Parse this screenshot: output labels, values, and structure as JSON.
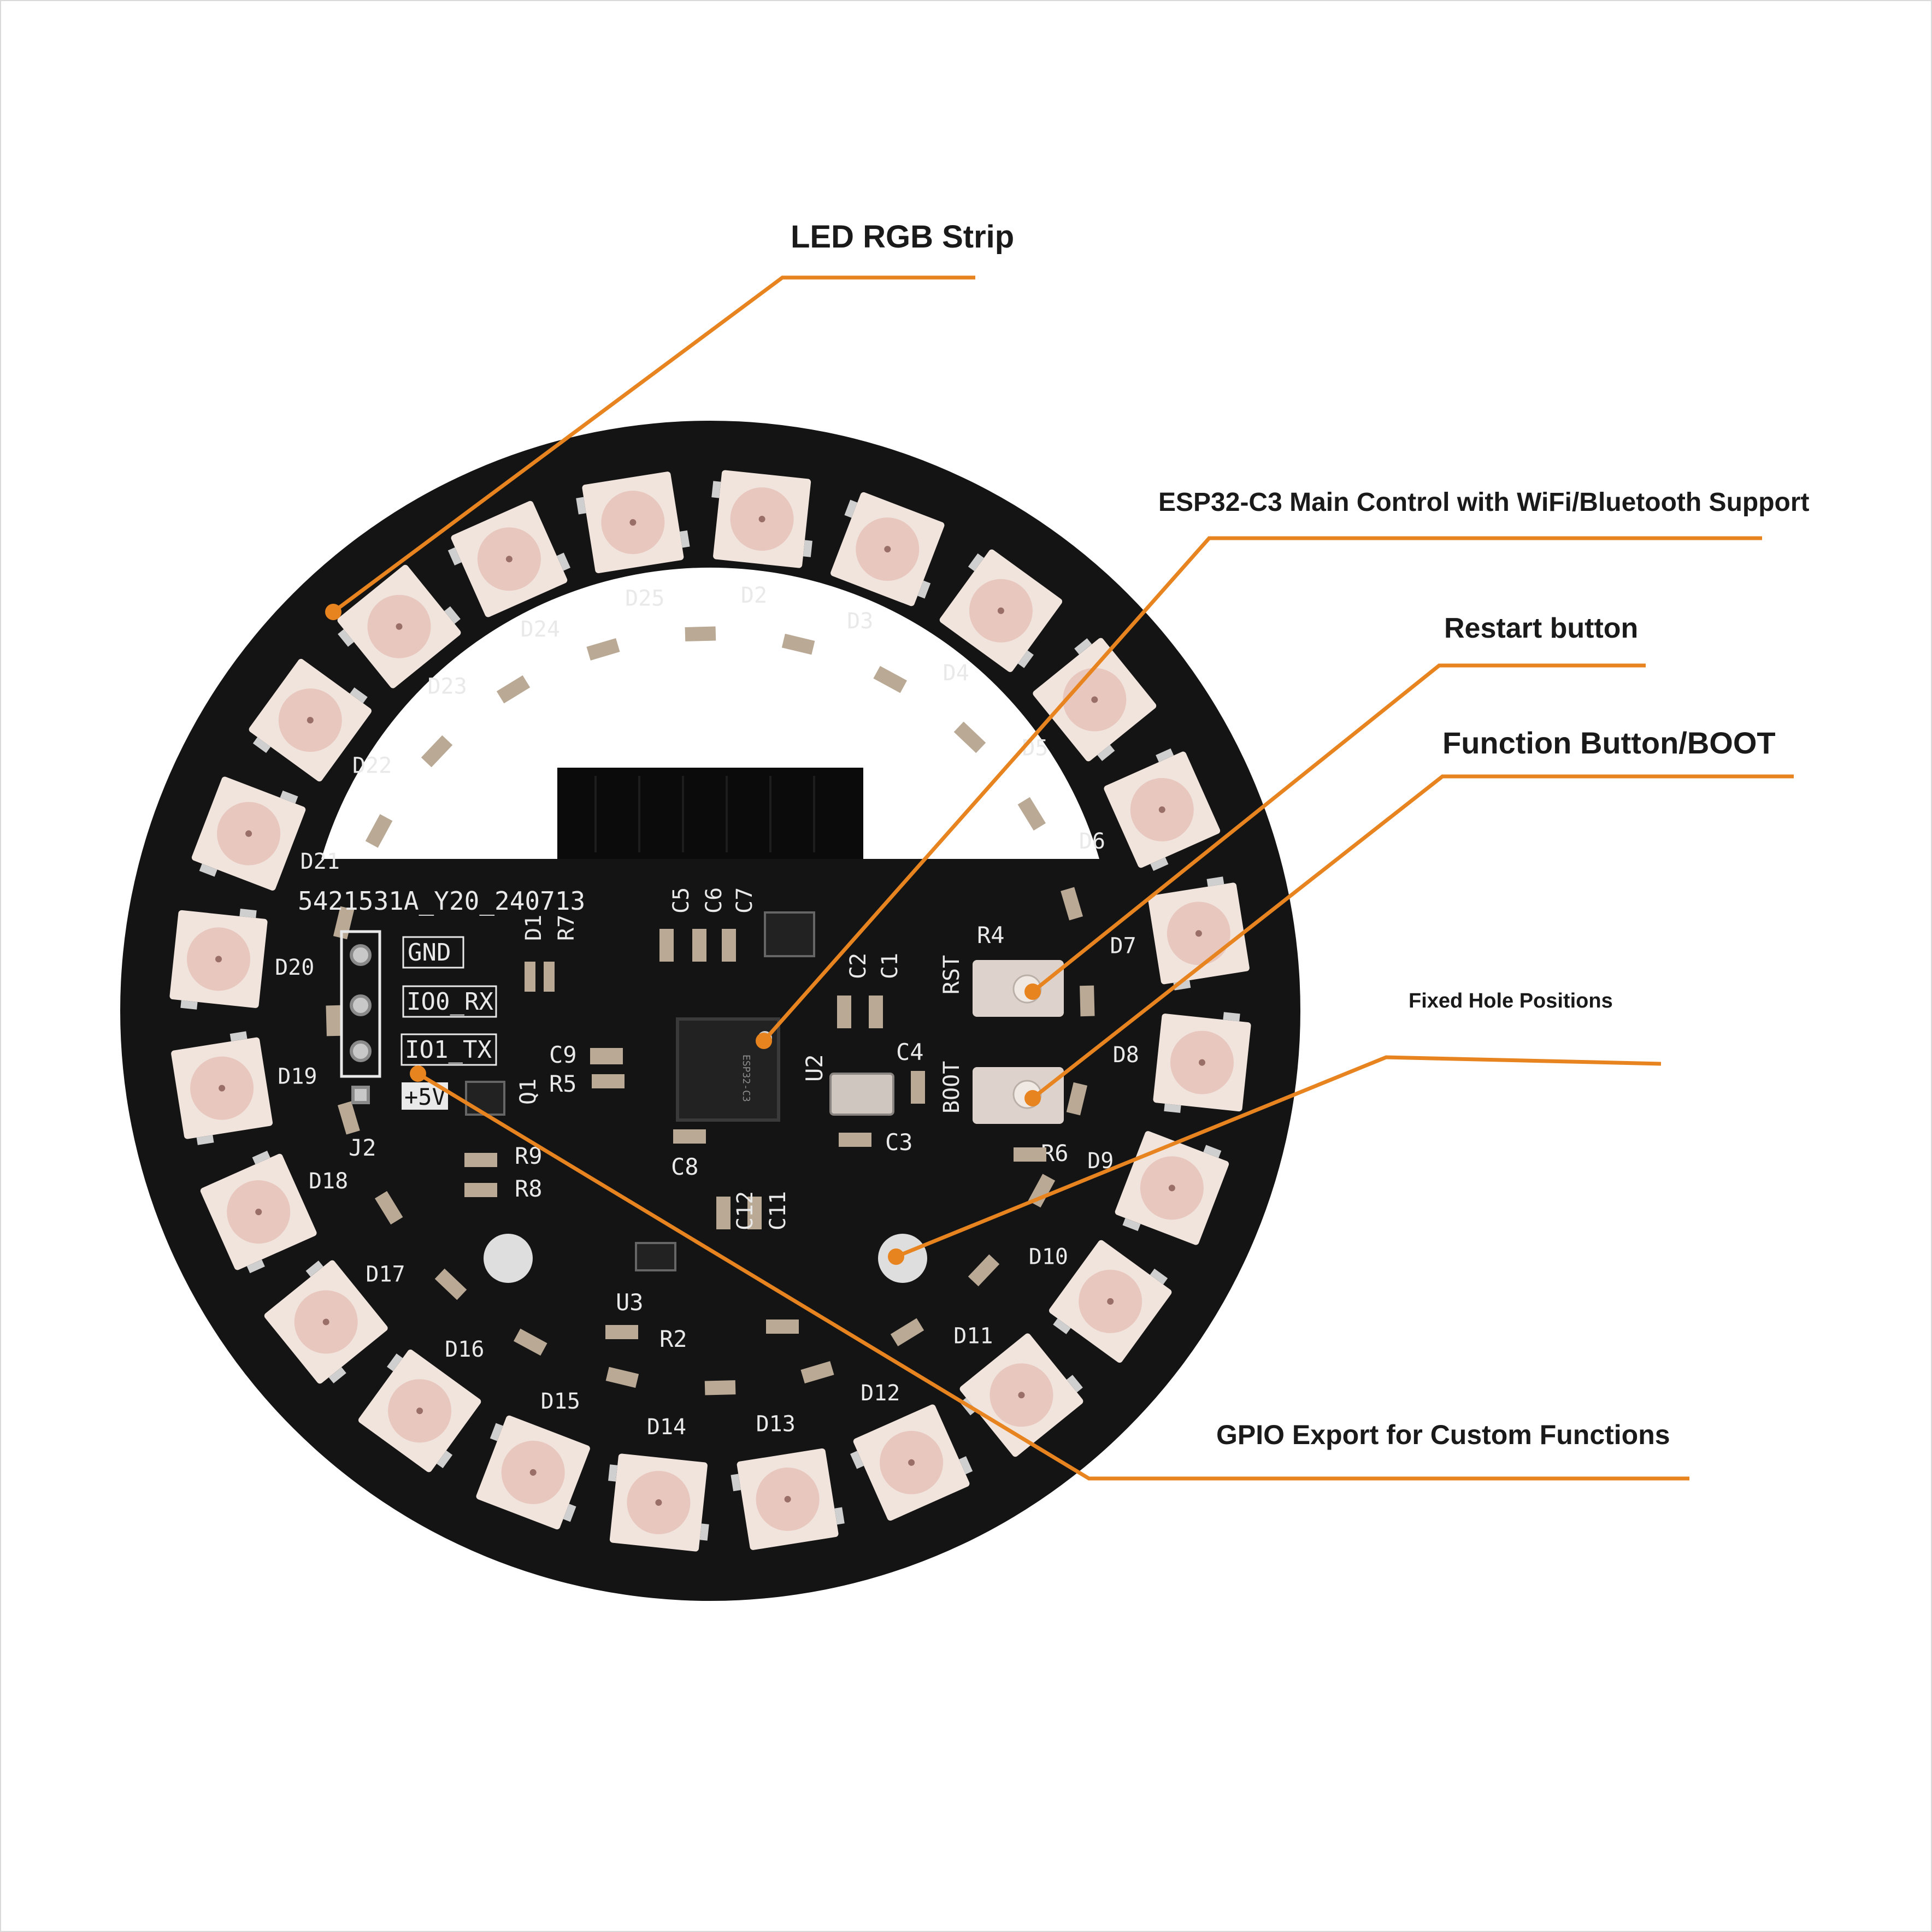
{
  "colors": {
    "leader": "#e8841f",
    "pcb": "#141414",
    "silkscreen": "#e9e9e9",
    "led_body": "#f1e4dd",
    "led_core": "#e3b7ad"
  },
  "callouts": {
    "led_strip": "LED RGB Strip",
    "esp32": "ESP32-C3 Main Control with WiFi/Bluetooth Support",
    "restart": "Restart button",
    "function": "Function Button/BOOT",
    "holes": "Fixed Hole Positions",
    "gpio": "GPIO Export for Custom Functions"
  },
  "pcb": {
    "board_id": "5421531A_Y20_240713",
    "header_pins": [
      "GND",
      "IO0_RX",
      "IO1_TX",
      "+5V"
    ],
    "header_ref": "J2",
    "button_labels": [
      "RST",
      "BOOT"
    ],
    "resistors": [
      "R4",
      "R6",
      "R7",
      "R9",
      "R8",
      "R5",
      "R2"
    ],
    "capacitors": [
      "C5",
      "C6",
      "C7",
      "C2",
      "C1",
      "C9",
      "C4",
      "C3",
      "C8",
      "C12",
      "C11"
    ],
    "ics": [
      "U2",
      "U3",
      "Q1",
      "D1"
    ],
    "led_refs": [
      "D2",
      "D3",
      "D4",
      "D5",
      "D6",
      "D7",
      "D8",
      "D9",
      "D10",
      "D11",
      "D12",
      "D13",
      "D14",
      "D15",
      "D16",
      "D17",
      "D18",
      "D19",
      "D20",
      "D21",
      "D22",
      "D23",
      "D24",
      "D25"
    ]
  },
  "icons": {
    "mounting_hole": "mounting-hole-icon",
    "led": "rgb-led-icon",
    "button": "tact-switch-icon"
  }
}
